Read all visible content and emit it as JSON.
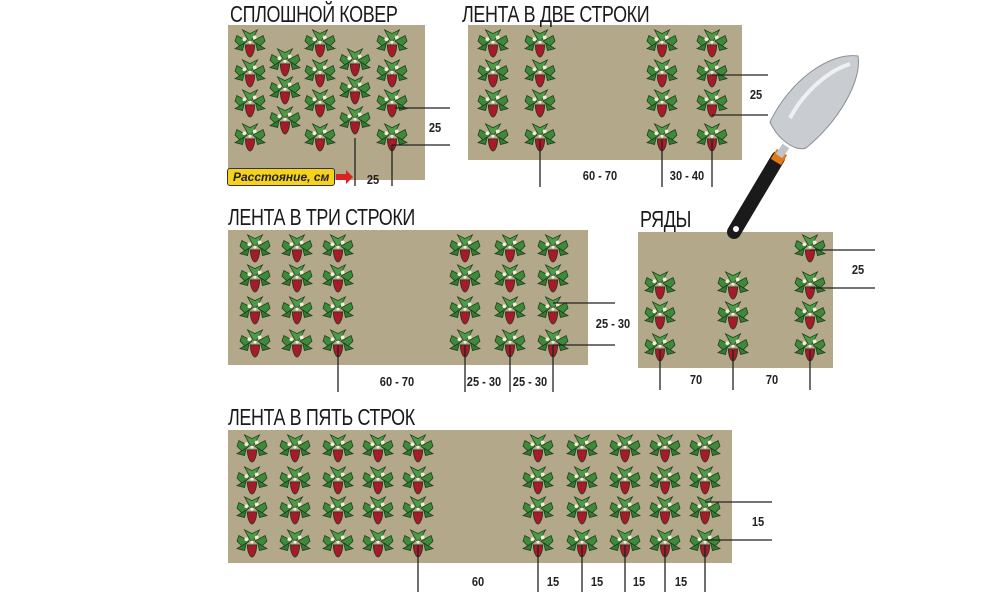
{
  "titles": {
    "carpet": "СПЛОШНОЙ КОВЕР",
    "two_rows": "ЛЕНТА В ДВЕ СТРОКИ",
    "three_rows": "ЛЕНТА В ТРИ СТРОКИ",
    "rows": "РЯДЫ",
    "five_rows": "ЛЕНТА В ПЯТЬ СТРОК"
  },
  "legend": {
    "distance_label": "Расстояние, см"
  },
  "carpet": {
    "row_spacing": "25",
    "plant_spacing": "25"
  },
  "two_rows": {
    "row_spacing": "25",
    "between_ribbons": "60 - 70",
    "between_lines": "30 - 40"
  },
  "three_rows": {
    "row_spacing": "25 - 30",
    "between_ribbons": "60 - 70",
    "between_lines_1": "25 - 30",
    "between_lines_2": "25 - 30"
  },
  "rows": {
    "row_spacing": "25",
    "between_rows_1": "70",
    "between_rows_2": "70"
  },
  "five_rows": {
    "row_spacing": "15",
    "between_ribbons": "60",
    "between_lines_1": "15",
    "between_lines_2": "15",
    "between_lines_3": "15",
    "between_lines_4": "15"
  },
  "colors": {
    "soil": "#b3a88a",
    "leaf": "#3d8a3a",
    "berry": "#a8192b",
    "badge": "#f6d21c"
  }
}
